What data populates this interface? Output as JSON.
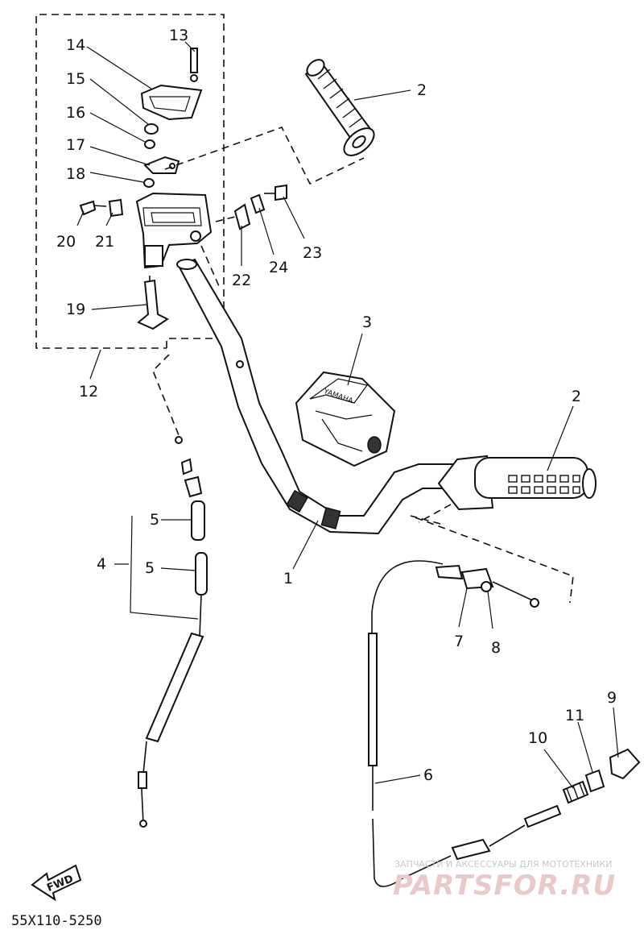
{
  "callouts": {
    "c1": "1",
    "c2a": "2",
    "c2b": "2",
    "c3": "3",
    "c4": "4",
    "c5a": "5",
    "c5b": "5",
    "c6": "6",
    "c7": "7",
    "c8": "8",
    "c9": "9",
    "c10": "10",
    "c11": "11",
    "c12": "12",
    "c13": "13",
    "c14": "14",
    "c15": "15",
    "c16": "16",
    "c17": "17",
    "c18": "18",
    "c19": "19",
    "c20": "20",
    "c21": "21",
    "c22": "22",
    "c23": "23",
    "c24": "24"
  },
  "cover_brand": "YAMAHA",
  "fwd_label": "FWD",
  "diagram_code": "55X110-5250",
  "watermark": {
    "top": "ЗАПЧАСТИ И АКСЕССУАРЫ ДЛЯ МОТОТЕХНИКИ",
    "bottom": "PARTSFOR.RU"
  }
}
